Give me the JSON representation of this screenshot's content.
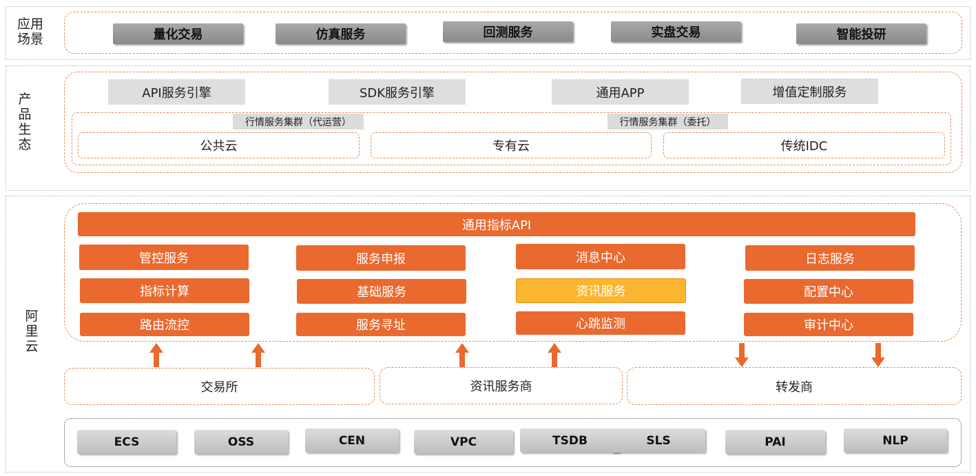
{
  "layers": {
    "scenarios": "应用场景",
    "ecosystem": "产品生态",
    "aliyun": "阿里云"
  },
  "scenarios": [
    "量化交易",
    "仿真服务",
    "回测服务",
    "实盘交易",
    "智能投研"
  ],
  "products": [
    "API服务引擎",
    "SDK服务引擎",
    "通用APP",
    "增值定制服务"
  ],
  "clusters": {
    "managed": "行情服务集群（代运营）",
    "entrusted": "行情服务集群（委托）"
  },
  "deployments": [
    "公共云",
    "专有云",
    "传统IDC"
  ],
  "core": {
    "api": "通用指标API",
    "services": [
      "管控服务",
      "服务申报",
      "消息中心",
      "日志服务",
      "指标计算",
      "基础服务",
      "资讯服务",
      "配置中心",
      "路由流控",
      "服务寻址",
      "心跳监测",
      "审计中心"
    ]
  },
  "sources": [
    "交易所",
    "资讯服务商",
    "转发商"
  ],
  "infrastructure": [
    "ECS",
    "OSS",
    "CEN",
    "VPC",
    "TSDB",
    "SLS",
    "PAI",
    "NLP"
  ],
  "colors": {
    "accent": "#e9692f",
    "highlight": "#fbb531",
    "dashed_border": "#ea8a50"
  }
}
